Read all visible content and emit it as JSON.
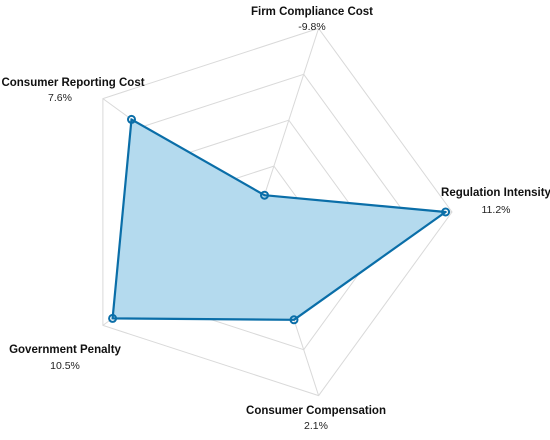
{
  "chart_data": {
    "type": "radar",
    "axes": [
      {
        "name": "Firm Compliance Cost",
        "value_label": "-9.8%"
      },
      {
        "name": "Regulation Intensity",
        "value_label": "11.2%"
      },
      {
        "name": "Consumer Compensation",
        "value_label": "2.1%"
      },
      {
        "name": "Government Penalty",
        "value_label": "10.5%"
      },
      {
        "name": "Consumer Reporting Cost",
        "value_label": "7.6%"
      }
    ],
    "values": [
      -9.8,
      11.2,
      2.1,
      10.5,
      7.6
    ],
    "range": [
      -12,
      12
    ],
    "grid_rings": 4,
    "colors": {
      "line": "#0a6ea8",
      "fill": "#b4daee",
      "grid": "#d9d9d9"
    }
  }
}
